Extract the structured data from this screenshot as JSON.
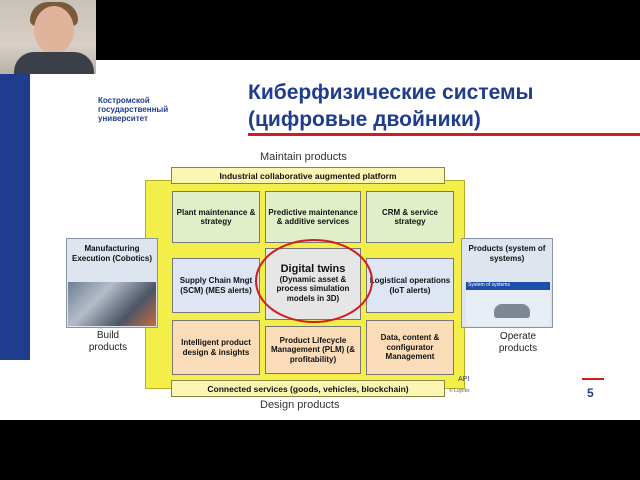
{
  "university": {
    "line1": "Костромской",
    "line2": "государственный",
    "line3": "университет"
  },
  "title": {
    "line1": "Киберфизические системы",
    "line2": "(цифровые двойники)"
  },
  "diagram": {
    "maintain": "Maintain products",
    "design": "Design products",
    "platform": "Industrial collaborative augmented platform",
    "connected": "Connected services (goods, vehicles, blockchain)",
    "plant": "Plant maintenance & strategy",
    "predictive": "Predictive maintenance & additive services",
    "crm": "CRM & service strategy",
    "scm": "Supply Chain Mngt (SCM) (MES alerts)",
    "digital_twins_title": "Digital twins",
    "digital_twins_body": "(Dynamic asset & process simulation models in 3D)",
    "logistical": "Logistical operations (IoT alerts)",
    "intelligent": "Intelligent product design & insights",
    "plm": "Product Lifecycle Management (PLM) (& profitability)",
    "data": "Data, content & configurator Management",
    "manufacturing": "Manufacturing Execution (Cobotics)",
    "products": "Products (system of systems)",
    "system_of_systems": "System of systems",
    "build": "Build products",
    "operate": "Operate products",
    "api": "API",
    "credit": "© Luyckx"
  },
  "page_number": "5"
}
